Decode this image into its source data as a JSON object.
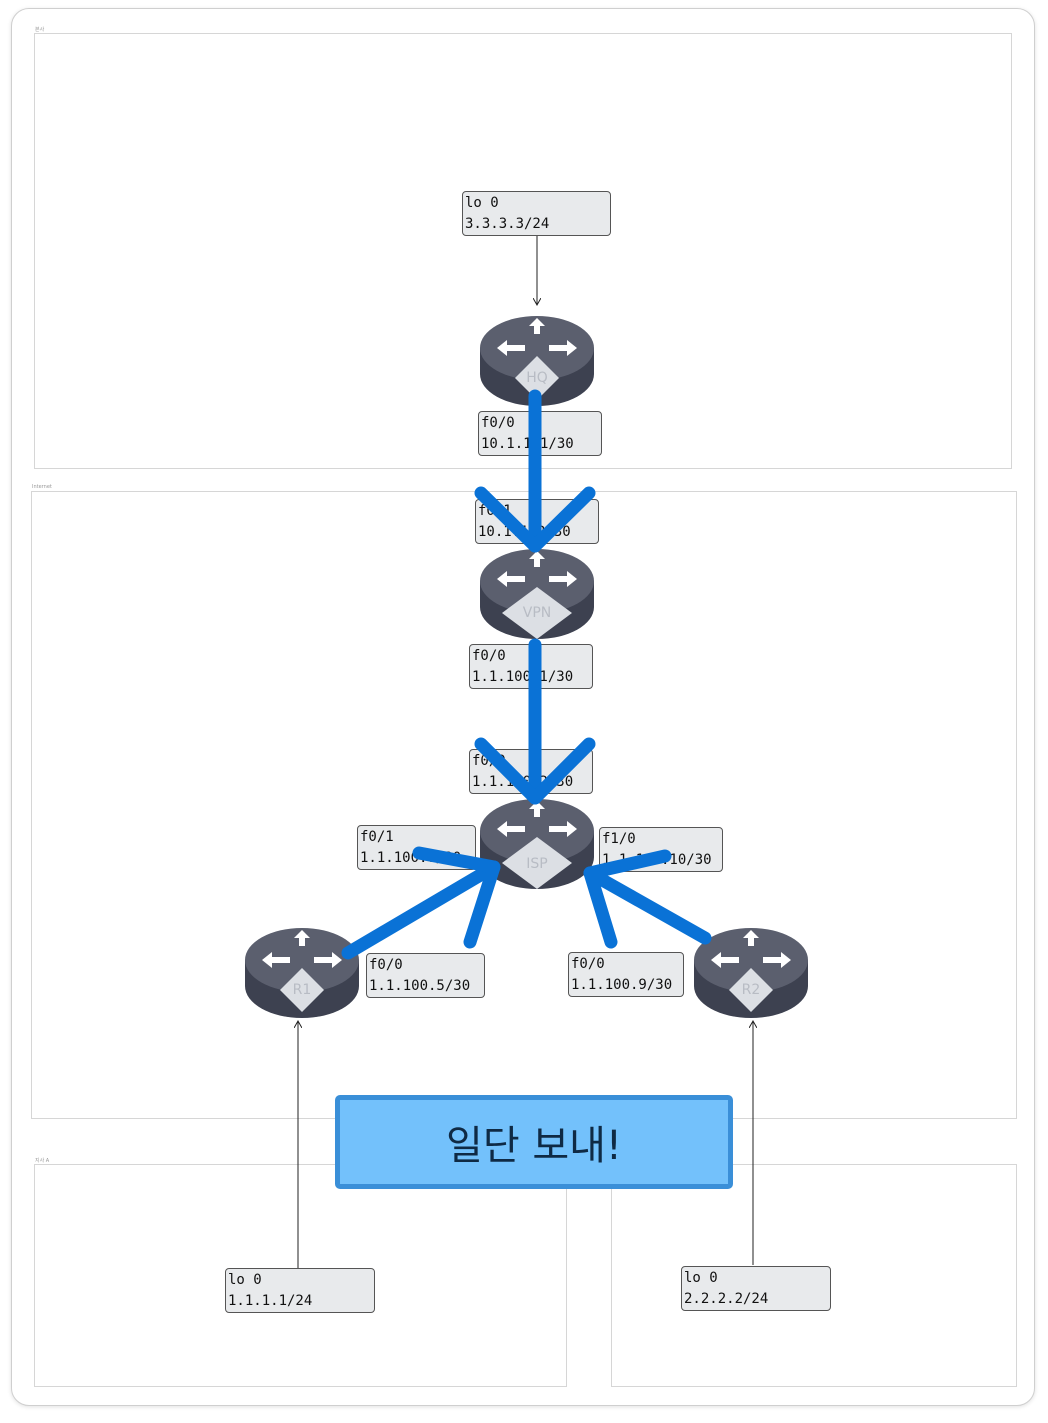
{
  "zones": {
    "top": "본사",
    "middle": "Internet",
    "bottom_left": "지사 A"
  },
  "routers": {
    "hq": "HQ",
    "vpn": "VPN",
    "isp": "ISP",
    "r1": "R1",
    "r2": "R2"
  },
  "labels": {
    "hq_lo": {
      "line1": "lo 0",
      "line2": "3.3.3.3/24"
    },
    "hq_f00": {
      "line1": "f0/0",
      "line2": "10.1.1.1/30"
    },
    "vpn_f01": {
      "line1": "f0/1",
      "line2": "10.1.1.2/30"
    },
    "vpn_f00": {
      "line1": "f0/0",
      "line2": "1.1.100.1/30"
    },
    "isp_f00": {
      "line1": "f0/0",
      "line2": "1.1.100.2/30"
    },
    "isp_f01": {
      "line1": "f0/1",
      "line2": "1.1.100.6/30"
    },
    "isp_f10": {
      "line1": "f1/0",
      "line2": "1.1.100.10/30"
    },
    "r1_f00": {
      "line1": "f0/0",
      "line2": "1.1.100.5/30"
    },
    "r2_f00": {
      "line1": "f0/0",
      "line2": "1.1.100.9/30"
    },
    "r1_lo": {
      "line1": "lo 0",
      "line2": "1.1.1.1/24"
    },
    "r2_lo": {
      "line1": "lo 0",
      "line2": "2.2.2.2/24"
    }
  },
  "banner": "일단 보내!",
  "colors": {
    "arrow": "#0a72d6",
    "router_body": "#4a4e5c",
    "banner_fill": "#73c1fb",
    "banner_border": "#3a8fd8"
  }
}
